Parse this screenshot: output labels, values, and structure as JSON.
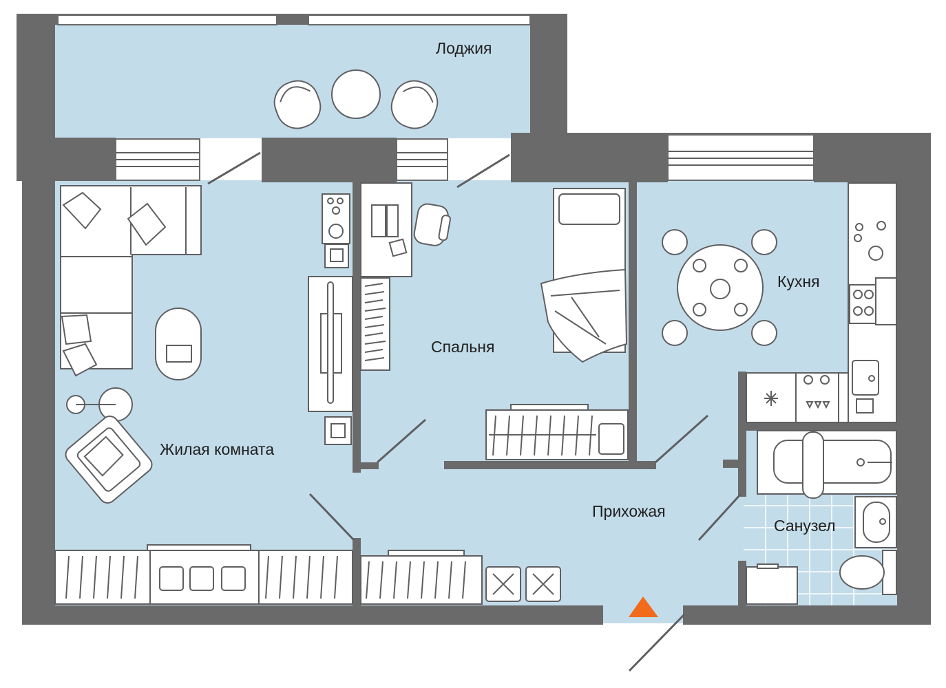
{
  "plan": {
    "rooms": {
      "loggia": "Лоджия",
      "living": "Жилая комната",
      "bedroom": "Спальня",
      "kitchen": "Кухня",
      "hall": "Прихожая",
      "bathroom": "Санузел"
    },
    "colors": {
      "floor": "#c3dcea",
      "wall": "#6a6a6b",
      "entrance_marker": "#f26a1b"
    },
    "icons": [
      "sofa-icon",
      "armchair-icon",
      "bed-icon",
      "dining-table-icon",
      "wardrobe-icon",
      "desk-icon",
      "laptop-icon",
      "stove-icon",
      "sink-icon",
      "bathtub-icon",
      "toilet-icon",
      "washing-machine-icon",
      "tv-icon",
      "entrance-arrow-icon"
    ]
  }
}
